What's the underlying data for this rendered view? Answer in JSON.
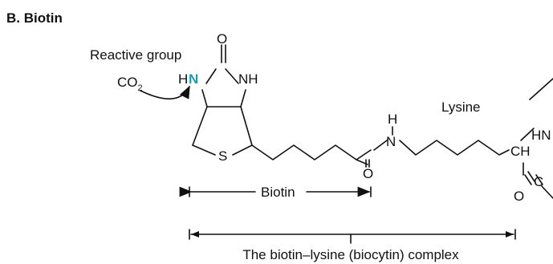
{
  "section_title": "B. Biotin",
  "reactive_group_label": "Reactive group",
  "co2": {
    "base": "CO",
    "subscript": "2"
  },
  "atoms": {
    "carbonyl_o": "O",
    "hn_h": "H",
    "hn_n": "N",
    "nh": "NH",
    "s": "S",
    "amide_h": "H",
    "amide_n": "N",
    "amide_o": "O",
    "lys_hn": "HN",
    "lys_ch": "CH",
    "lys_c": "C",
    "lys_o": "O"
  },
  "lysine_label": "Lysine",
  "biotin_label": "Biotin",
  "complex_label": "The biotin–lysine (biocytin) complex",
  "colors": {
    "reactive_nitrogen": "#1a9bb5",
    "ink": "#111111"
  }
}
